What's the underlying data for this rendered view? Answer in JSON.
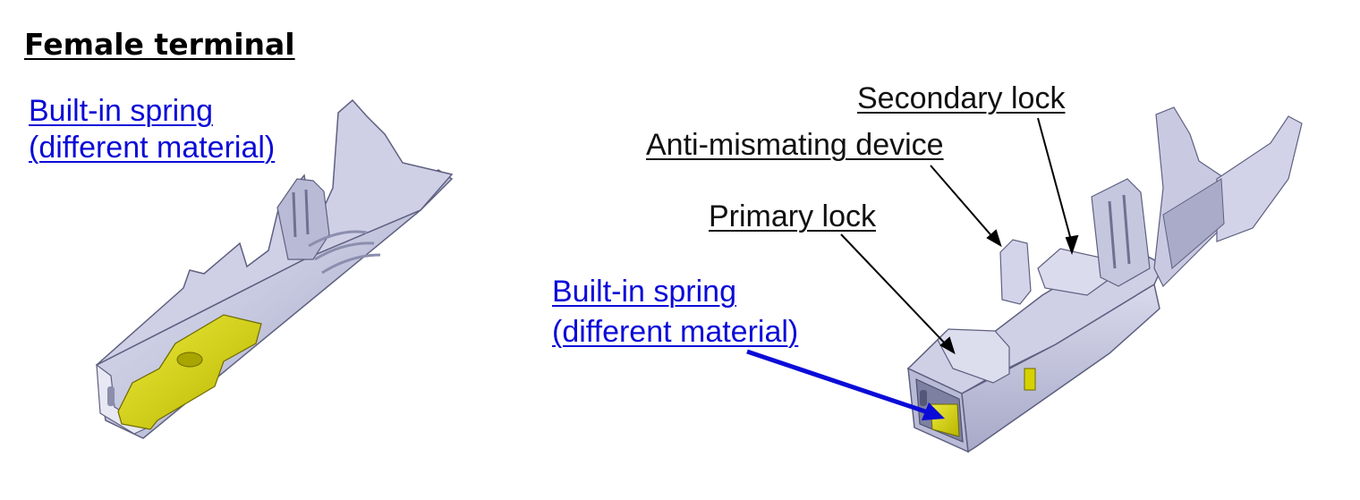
{
  "title": "Female terminal",
  "left_terminal": {
    "spring_label_line1": "Built-in spring",
    "spring_label_line2": "(different material)"
  },
  "right_terminal": {
    "secondary_lock": "Secondary lock",
    "anti_mismating": "Anti-mismating device",
    "primary_lock": "Primary lock",
    "spring_label_line1": "Built-in spring",
    "spring_label_line2": "(different material)"
  },
  "colors": {
    "metal": "#c8c9e0",
    "metal_shade": "#9d9fbf",
    "spring": "#d6d200",
    "label_blue": "#0b0bd8"
  }
}
